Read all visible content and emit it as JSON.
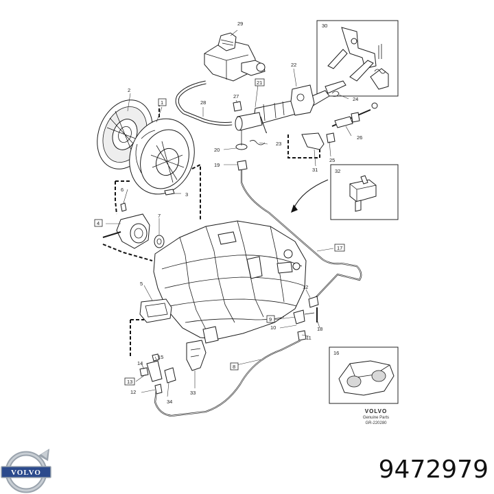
{
  "diagram": {
    "callouts": {
      "c1": "1",
      "c2": "2",
      "c3": "3",
      "c4": "4",
      "c5": "5",
      "c6": "6",
      "c7": "7",
      "c8": "8",
      "c9": "9",
      "c10": "10",
      "c11": "11",
      "c12a": "12",
      "c12b": "12",
      "c13": "13",
      "c14": "14",
      "c15": "15",
      "c16": "16",
      "c17": "17",
      "c18": "18",
      "c19": "19",
      "c20": "20",
      "c21": "21",
      "c22": "22",
      "c23": "23",
      "c24": "24",
      "c25": "25",
      "c26": "26",
      "c27": "27",
      "c28": "28",
      "c29": "29",
      "c30": "30",
      "c31": "31",
      "c32": "32",
      "c33": "33",
      "c34": "34"
    },
    "brand_block": {
      "brand": "VOLVO",
      "subtitle_line1": "Genuine Parts",
      "subtitle_line2": "GR-220280"
    }
  },
  "footer": {
    "logo_text": "VOLVO",
    "part_number": "9472979"
  },
  "colors": {
    "logo_blue": "#2c4a8c",
    "logo_ring": "#9aa3ad",
    "line": "#1a1a1a"
  },
  "icons": [
    "volvo-logo-icon"
  ]
}
